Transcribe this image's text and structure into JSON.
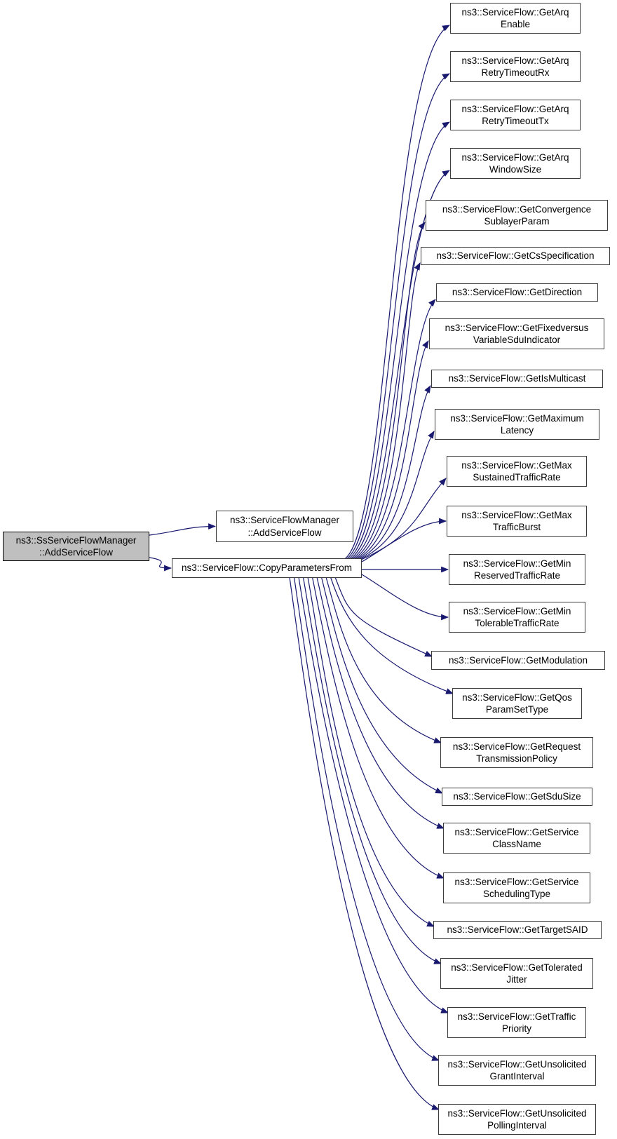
{
  "diagram": {
    "type": "call-graph",
    "colors": {
      "edge": "#191970",
      "node_border": "#3c3c3c",
      "node_fill": "#ffffff",
      "highlight_fill": "#bfbfbf",
      "text": "#000000"
    },
    "nodes": [
      {
        "id": "ss-add-service-flow",
        "label": "ns3::SsServiceFlowManager\n::AddServiceFlow",
        "highlighted": true
      },
      {
        "id": "mgr-add-service-flow",
        "label": "ns3::ServiceFlowManager\n::AddServiceFlow",
        "highlighted": false
      },
      {
        "id": "copy-parameters-from",
        "label": "ns3::ServiceFlow::CopyParametersFrom",
        "highlighted": false
      },
      {
        "id": "get-arq-enable",
        "label": "ns3::ServiceFlow::GetArq\nEnable",
        "highlighted": false
      },
      {
        "id": "get-arq-retry-timeout-rx",
        "label": "ns3::ServiceFlow::GetArq\nRetryTimeoutRx",
        "highlighted": false
      },
      {
        "id": "get-arq-retry-timeout-tx",
        "label": "ns3::ServiceFlow::GetArq\nRetryTimeoutTx",
        "highlighted": false
      },
      {
        "id": "get-arq-window-size",
        "label": "ns3::ServiceFlow::GetArq\nWindowSize",
        "highlighted": false
      },
      {
        "id": "get-convergence-sublayer-param",
        "label": "ns3::ServiceFlow::GetConvergence\nSublayerParam",
        "highlighted": false
      },
      {
        "id": "get-cs-specification",
        "label": "ns3::ServiceFlow::GetCsSpecification",
        "highlighted": false
      },
      {
        "id": "get-direction",
        "label": "ns3::ServiceFlow::GetDirection",
        "highlighted": false
      },
      {
        "id": "get-fixedversus-variable-sdu-indicator",
        "label": "ns3::ServiceFlow::GetFixedversus\nVariableSduIndicator",
        "highlighted": false
      },
      {
        "id": "get-is-multicast",
        "label": "ns3::ServiceFlow::GetIsMulticast",
        "highlighted": false
      },
      {
        "id": "get-maximum-latency",
        "label": "ns3::ServiceFlow::GetMaximum\nLatency",
        "highlighted": false
      },
      {
        "id": "get-max-sustained-traffic-rate",
        "label": "ns3::ServiceFlow::GetMax\nSustainedTrafficRate",
        "highlighted": false
      },
      {
        "id": "get-max-traffic-burst",
        "label": "ns3::ServiceFlow::GetMax\nTrafficBurst",
        "highlighted": false
      },
      {
        "id": "get-min-reserved-traffic-rate",
        "label": "ns3::ServiceFlow::GetMin\nReservedTrafficRate",
        "highlighted": false
      },
      {
        "id": "get-min-tolerable-traffic-rate",
        "label": "ns3::ServiceFlow::GetMin\nTolerableTrafficRate",
        "highlighted": false
      },
      {
        "id": "get-modulation",
        "label": "ns3::ServiceFlow::GetModulation",
        "highlighted": false
      },
      {
        "id": "get-qos-param-set-type",
        "label": "ns3::ServiceFlow::GetQos\nParamSetType",
        "highlighted": false
      },
      {
        "id": "get-request-transmission-policy",
        "label": "ns3::ServiceFlow::GetRequest\nTransmissionPolicy",
        "highlighted": false
      },
      {
        "id": "get-sdu-size",
        "label": "ns3::ServiceFlow::GetSduSize",
        "highlighted": false
      },
      {
        "id": "get-service-class-name",
        "label": "ns3::ServiceFlow::GetService\nClassName",
        "highlighted": false
      },
      {
        "id": "get-service-scheduling-type",
        "label": "ns3::ServiceFlow::GetService\nSchedulingType",
        "highlighted": false
      },
      {
        "id": "get-target-said",
        "label": "ns3::ServiceFlow::GetTargetSAID",
        "highlighted": false
      },
      {
        "id": "get-tolerated-jitter",
        "label": "ns3::ServiceFlow::GetTolerated\nJitter",
        "highlighted": false
      },
      {
        "id": "get-traffic-priority",
        "label": "ns3::ServiceFlow::GetTraffic\nPriority",
        "highlighted": false
      },
      {
        "id": "get-unsolicited-grant-interval",
        "label": "ns3::ServiceFlow::GetUnsolicited\nGrantInterval",
        "highlighted": false
      },
      {
        "id": "get-unsolicited-polling-interval",
        "label": "ns3::ServiceFlow::GetUnsolicited\nPollingInterval",
        "highlighted": false
      }
    ],
    "edges": [
      {
        "from": "ss-add-service-flow",
        "to": "mgr-add-service-flow"
      },
      {
        "from": "ss-add-service-flow",
        "to": "copy-parameters-from"
      },
      {
        "from": "copy-parameters-from",
        "to": "get-arq-enable"
      },
      {
        "from": "copy-parameters-from",
        "to": "get-arq-retry-timeout-rx"
      },
      {
        "from": "copy-parameters-from",
        "to": "get-arq-retry-timeout-tx"
      },
      {
        "from": "copy-parameters-from",
        "to": "get-arq-window-size"
      },
      {
        "from": "copy-parameters-from",
        "to": "get-convergence-sublayer-param"
      },
      {
        "from": "copy-parameters-from",
        "to": "get-cs-specification"
      },
      {
        "from": "copy-parameters-from",
        "to": "get-direction"
      },
      {
        "from": "copy-parameters-from",
        "to": "get-fixedversus-variable-sdu-indicator"
      },
      {
        "from": "copy-parameters-from",
        "to": "get-is-multicast"
      },
      {
        "from": "copy-parameters-from",
        "to": "get-maximum-latency"
      },
      {
        "from": "copy-parameters-from",
        "to": "get-max-sustained-traffic-rate"
      },
      {
        "from": "copy-parameters-from",
        "to": "get-max-traffic-burst"
      },
      {
        "from": "copy-parameters-from",
        "to": "get-min-reserved-traffic-rate"
      },
      {
        "from": "copy-parameters-from",
        "to": "get-min-tolerable-traffic-rate"
      },
      {
        "from": "copy-parameters-from",
        "to": "get-modulation"
      },
      {
        "from": "copy-parameters-from",
        "to": "get-qos-param-set-type"
      },
      {
        "from": "copy-parameters-from",
        "to": "get-request-transmission-policy"
      },
      {
        "from": "copy-parameters-from",
        "to": "get-sdu-size"
      },
      {
        "from": "copy-parameters-from",
        "to": "get-service-class-name"
      },
      {
        "from": "copy-parameters-from",
        "to": "get-service-scheduling-type"
      },
      {
        "from": "copy-parameters-from",
        "to": "get-target-said"
      },
      {
        "from": "copy-parameters-from",
        "to": "get-tolerated-jitter"
      },
      {
        "from": "copy-parameters-from",
        "to": "get-traffic-priority"
      },
      {
        "from": "copy-parameters-from",
        "to": "get-unsolicited-grant-interval"
      },
      {
        "from": "copy-parameters-from",
        "to": "get-unsolicited-polling-interval"
      }
    ]
  }
}
